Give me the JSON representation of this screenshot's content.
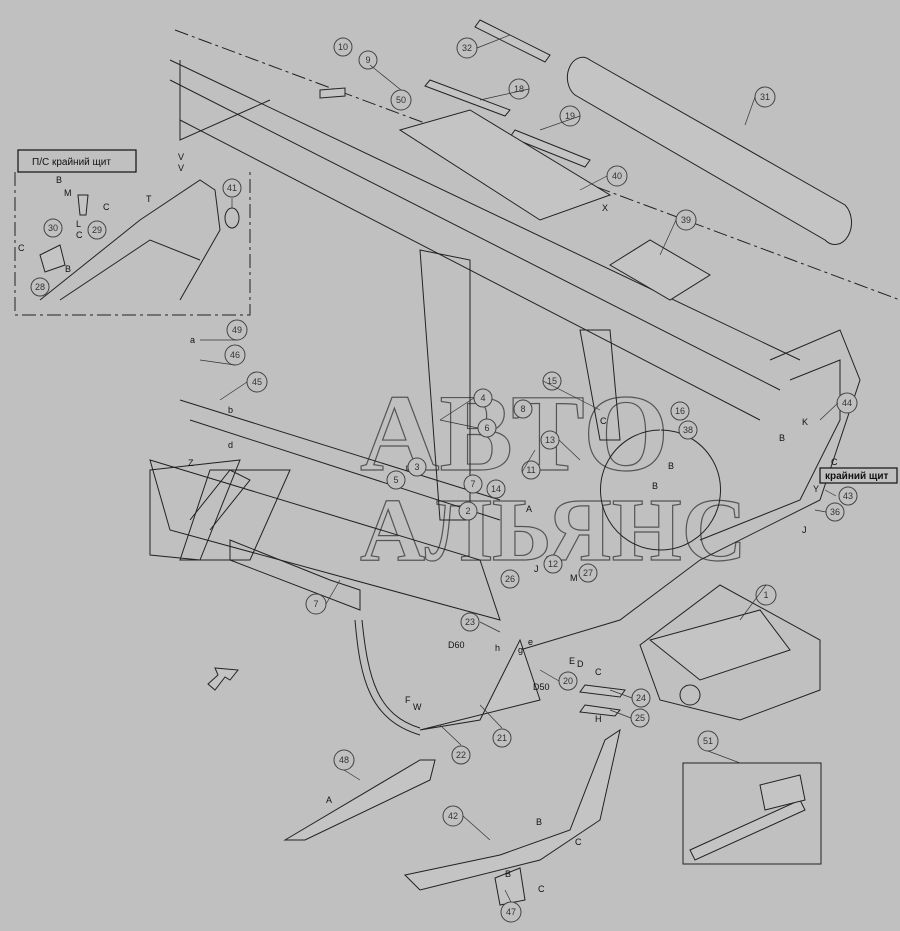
{
  "labels": {
    "inset_title": "П/С крайний щит",
    "side_label": "крайний щит"
  },
  "watermark": [
    "АВТО",
    "АЛЬЯНС"
  ],
  "callouts": [
    "32",
    "10",
    "9",
    "50",
    "31",
    "18",
    "19",
    "40",
    "39",
    "41",
    "30",
    "29",
    "28",
    "49",
    "46",
    "45",
    "4",
    "6",
    "8",
    "15",
    "13",
    "16",
    "38",
    "44",
    "5",
    "3",
    "7",
    "11",
    "2",
    "14",
    "12",
    "26",
    "27",
    "43",
    "36",
    "1",
    "23",
    "20",
    "24",
    "25",
    "21",
    "22",
    "7",
    "48",
    "42",
    "47",
    "51"
  ],
  "letters": [
    "V",
    "V",
    "T",
    "B",
    "M",
    "C",
    "L",
    "C",
    "C",
    "B",
    "X",
    "Z",
    "b",
    "d",
    "a",
    "A",
    "C",
    "B",
    "B",
    "K",
    "B",
    "C",
    "Y",
    "J",
    "J",
    "M",
    "D60",
    "D50",
    "h",
    "g",
    "e",
    "E",
    "D",
    "F",
    "W",
    "C",
    "H",
    "A",
    "B",
    "C",
    "B",
    "C"
  ]
}
